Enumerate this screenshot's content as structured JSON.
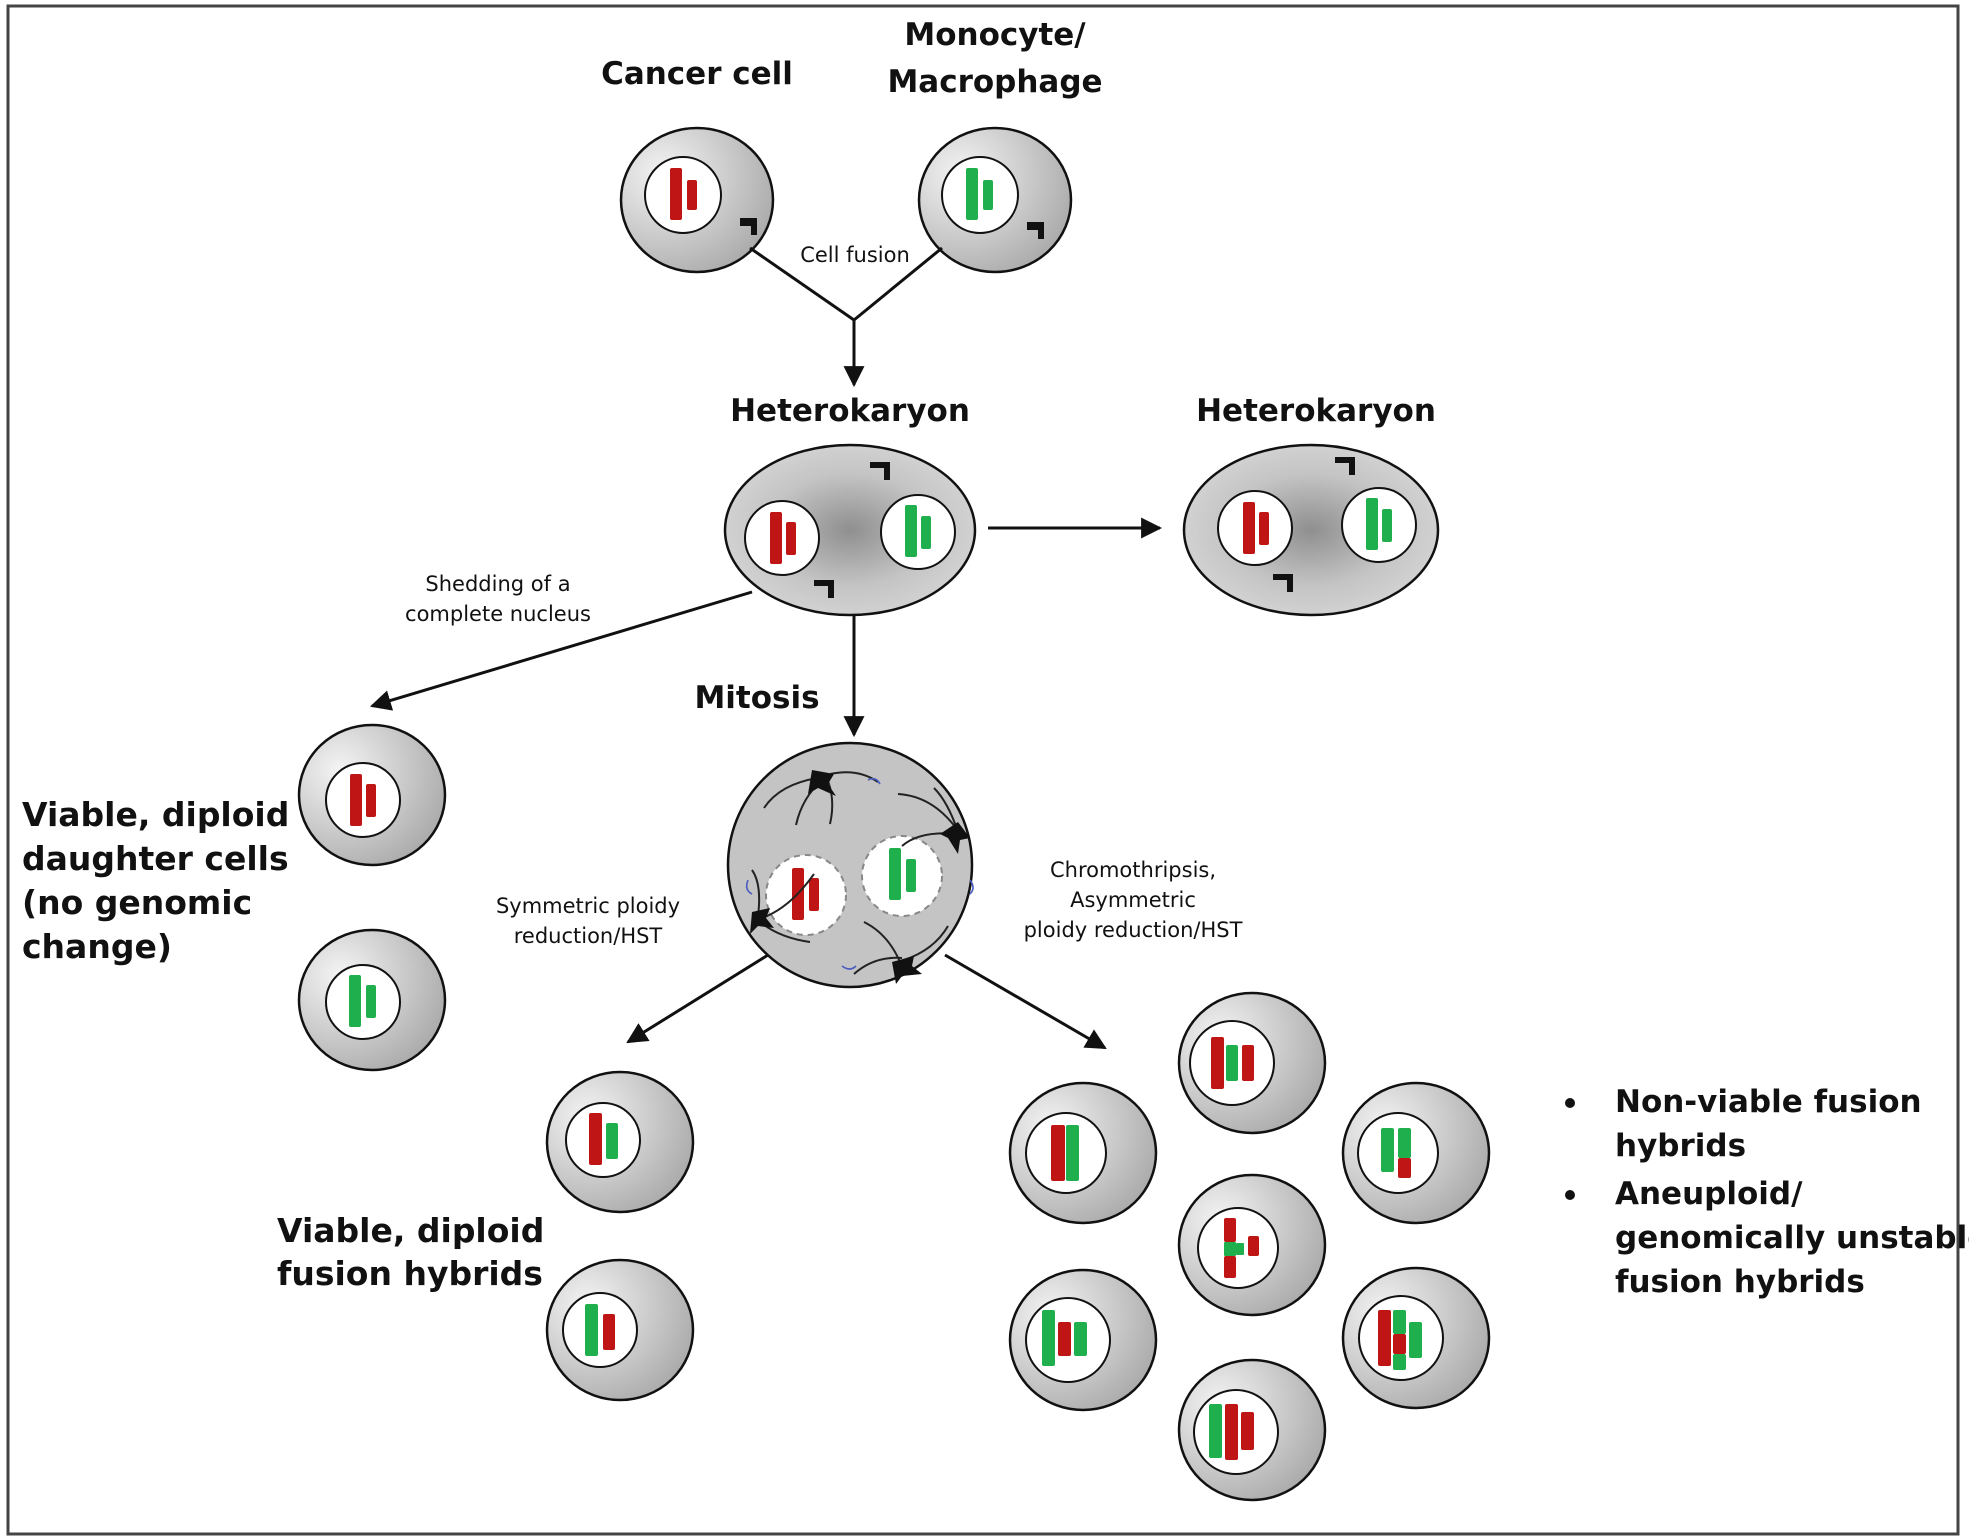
{
  "labels": {
    "cancer_cell": "Cancer cell",
    "monocyte_line1": "Monocyte/",
    "monocyte_line2": "Macrophage",
    "cell_fusion": "Cell fusion",
    "heterokaryon_center": "Heterokaryon",
    "heterokaryon_right": "Heterokaryon",
    "shedding_line1": "Shedding of a",
    "shedding_line2": "complete nucleus",
    "mitosis": "Mitosis",
    "viable_daughter_line1": "Viable, diploid",
    "viable_daughter_line2": "daughter cells",
    "viable_daughter_line3": "(no genomic",
    "viable_daughter_line4": "change)",
    "symmetric_line1": "Symmetric ploidy",
    "symmetric_line2": "reduction/HST",
    "chromothripsis_line1": "Chromothripsis,",
    "chromothripsis_line2": "Asymmetric",
    "chromothripsis_line3": "ploidy reduction/HST",
    "viable_fusion_line1": "Viable, diploid",
    "viable_fusion_line2": "fusion hybrids",
    "bullet1_line1": "Non-viable fusion",
    "bullet1_line2": "hybrids",
    "bullet2_line1": "Aneuploid/",
    "bullet2_line2": "genomically unstable",
    "bullet2_line3": "fusion hybrids"
  },
  "colors": {
    "cancer_chromosome": "#c01515",
    "monocyte_chromosome": "#1fb04d",
    "cell_fill": "#c8c8c8",
    "cell_highlight": "#f4f4f4",
    "nucleus_fill": "#ffffff",
    "outline": "#111111",
    "frame": "#444444"
  }
}
